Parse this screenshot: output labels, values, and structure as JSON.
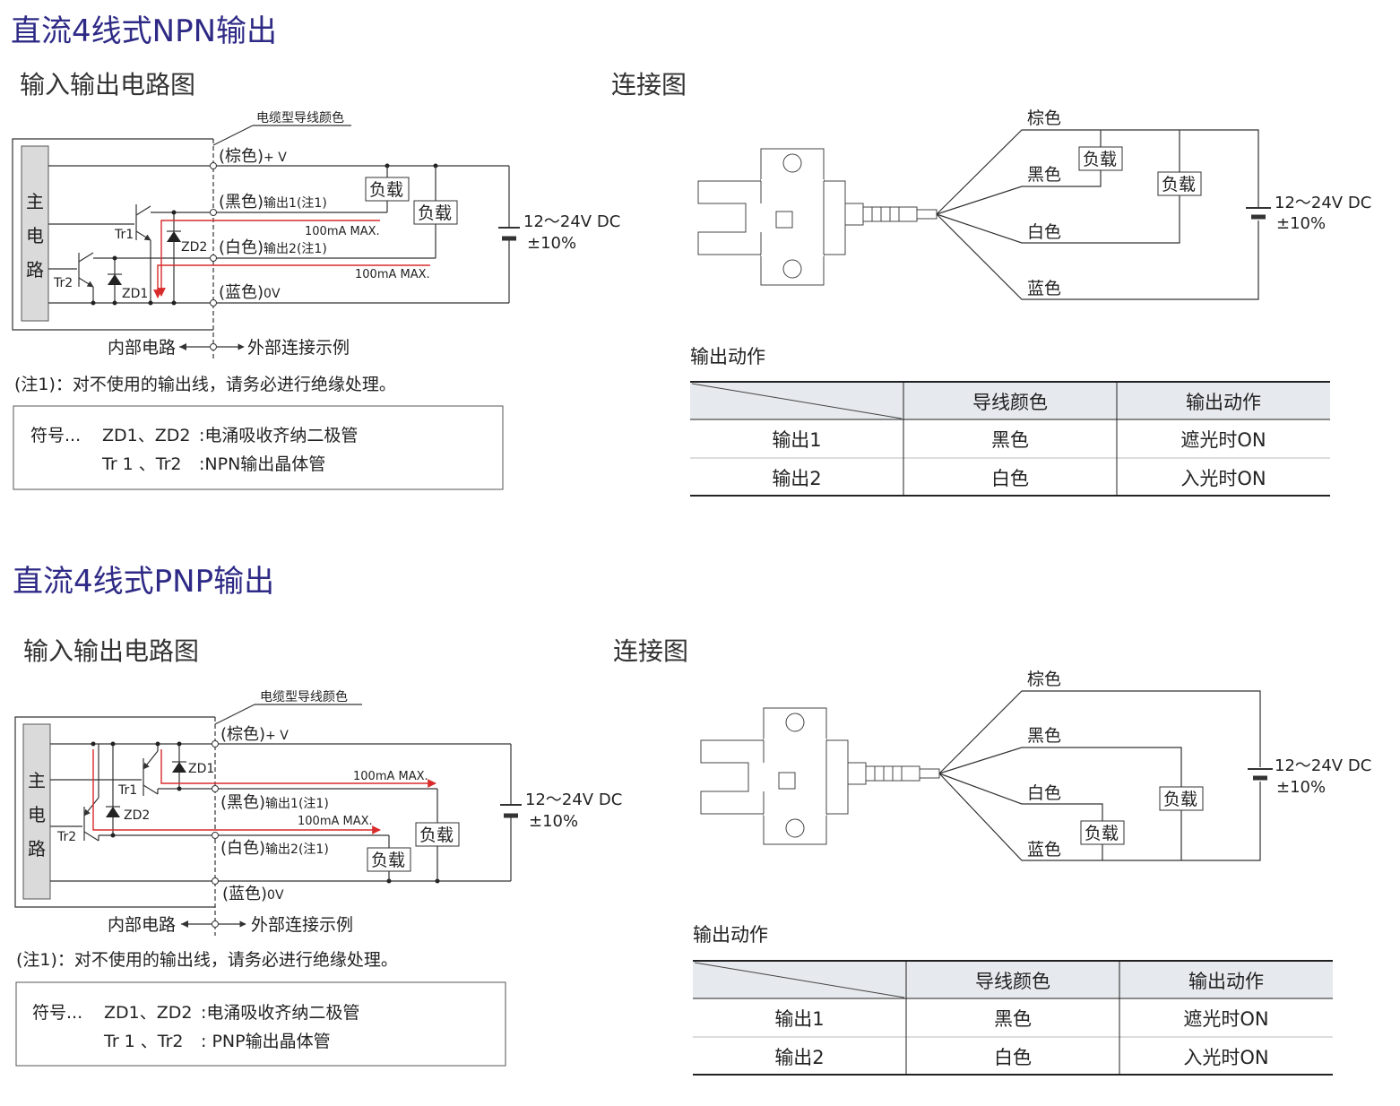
{
  "sections": [
    {
      "title": "直流4线式NPN输出",
      "circuit": {
        "heading": "输入输出电路图",
        "cable_color_label": "电缆型导线颜色",
        "main_circuit": [
          "主",
          "电",
          "路"
        ],
        "wires": [
          {
            "color": "(棕色)",
            "suffix": "+ V"
          },
          {
            "color": "(黑色)",
            "suffix": "输出1(注1)"
          },
          {
            "color": "(白色)",
            "suffix": "输出2(注1)"
          },
          {
            "color": "(蓝色)",
            "suffix": "0V"
          }
        ],
        "components": {
          "tr1": "Tr1",
          "tr2": "Tr2",
          "zd1": "ZD1",
          "zd2": "ZD2"
        },
        "load_label": "负载",
        "max_current": "100mA MAX.",
        "supply_line1": "12～24V DC",
        "supply_line2": "±10%",
        "internal": "内部电路",
        "external": "外部连接示例",
        "note": "(注1)：对不使用的输出线，请务必进行绝缘处理。",
        "legend": {
          "prefix": "符号...",
          "rows": [
            {
              "sym": "ZD1、ZD2",
              "desc": ":电涌吸收齐纳二极管"
            },
            {
              "sym": "Tr 1 、Tr2",
              "desc": ":NPN输出晶体管"
            }
          ]
        }
      },
      "connection": {
        "heading": "连接图",
        "wires": [
          "棕色",
          "黑色",
          "白色",
          "蓝色"
        ],
        "load_label": "负载",
        "supply_line1": "12～24V DC",
        "supply_line2": "±10%"
      },
      "table": {
        "heading": "输出动作",
        "headers": [
          "导线颜色",
          "输出动作"
        ],
        "rows": [
          {
            "name": "输出1",
            "color": "黑色",
            "action": "遮光时ON"
          },
          {
            "name": "输出2",
            "color": "白色",
            "action": "入光时ON"
          }
        ]
      }
    },
    {
      "title": "直流4线式PNP输出",
      "circuit": {
        "heading": "输入输出电路图",
        "cable_color_label": "电缆型导线颜色",
        "main_circuit": [
          "主",
          "电",
          "路"
        ],
        "wires": [
          {
            "color": "(棕色)",
            "suffix": "+ V"
          },
          {
            "color": "(黑色)",
            "suffix": "输出1(注1)"
          },
          {
            "color": "(白色)",
            "suffix": "输出2(注1)"
          },
          {
            "color": "(蓝色)",
            "suffix": "0V"
          }
        ],
        "components": {
          "tr1": "Tr1",
          "tr2": "Tr2",
          "zd1": "ZD1",
          "zd2": "ZD2"
        },
        "load_label": "负载",
        "max_current": "100mA MAX.",
        "supply_line1": "12～24V DC",
        "supply_line2": "±10%",
        "internal": "内部电路",
        "external": "外部连接示例",
        "note": "(注1)：对不使用的输出线，请务必进行绝缘处理。",
        "legend": {
          "prefix": "符号...",
          "rows": [
            {
              "sym": "ZD1、ZD2",
              "desc": ":电涌吸收齐纳二极管"
            },
            {
              "sym": "Tr 1 、Tr2",
              "desc": ": PNP输出晶体管"
            }
          ]
        }
      },
      "connection": {
        "heading": "连接图",
        "wires": [
          "棕色",
          "黑色",
          "白色",
          "蓝色"
        ],
        "load_label": "负载",
        "supply_line1": "12～24V DC",
        "supply_line2": "±10%"
      },
      "table": {
        "heading": "输出动作",
        "headers": [
          "导线颜色",
          "输出动作"
        ],
        "rows": [
          {
            "name": "输出1",
            "color": "黑色",
            "action": "遮光时ON"
          },
          {
            "name": "输出2",
            "color": "白色",
            "action": "入光时ON"
          }
        ]
      }
    }
  ],
  "colors": {
    "title": "#2e2a86",
    "current_arrow": "#d92b2b",
    "table_header": "#e6e9ed"
  }
}
